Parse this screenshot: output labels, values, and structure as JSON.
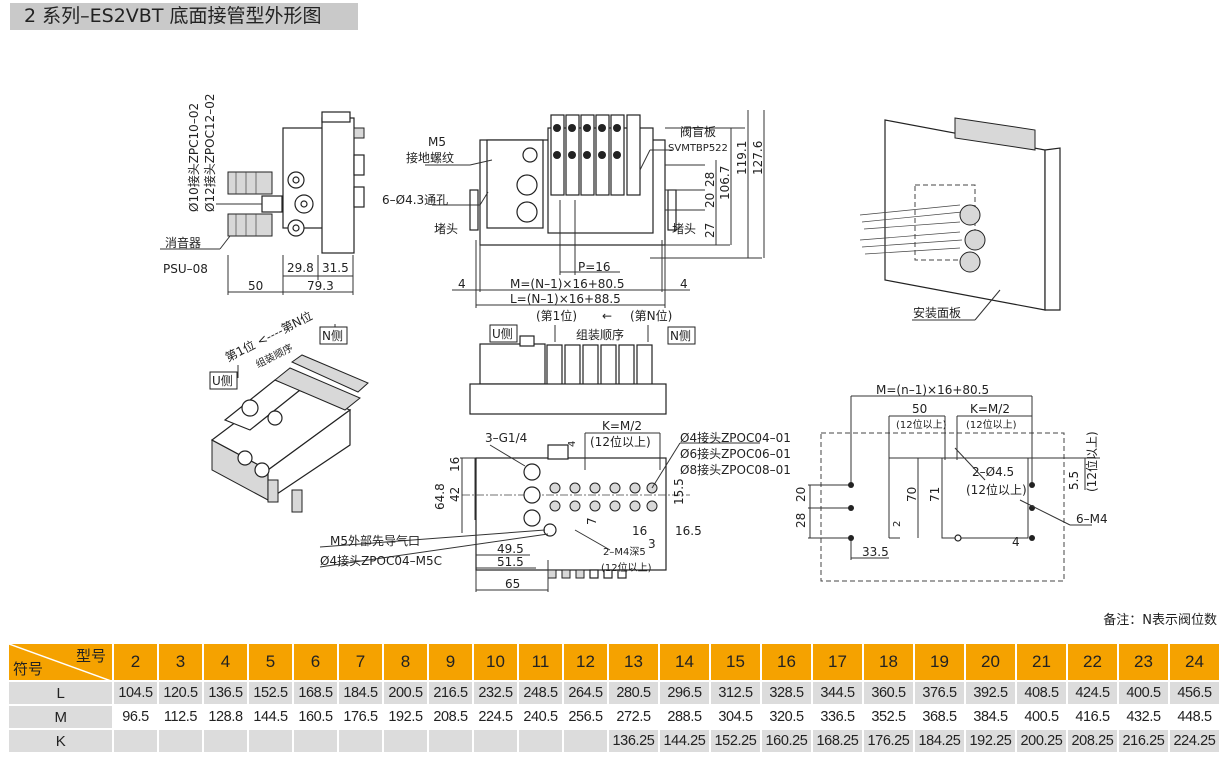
{
  "title": "2 系列–ES2VBT 底面接管型外形图",
  "side_view": {
    "fitting_10": "Ø10接头ZPC10–02",
    "fitting_12": "Ø12接头ZPOC12–02",
    "silencer": "消音器",
    "silencer_model": "PSU–08",
    "dim_29_8": "29.8",
    "dim_31_5": "31.5",
    "dim_50": "50",
    "dim_79_3": "79.3"
  },
  "front_view": {
    "m5": "M5",
    "ground_thread": "接地螺纹",
    "holes": "6–Ø4.3通孔",
    "plug_left": "堵头",
    "plug_right": "堵头",
    "blank_plate": "阀盲板",
    "blank_plate_model": "SVMTBP522",
    "dim_28": "28",
    "dim_20": "20",
    "dim_27": "27",
    "dim_106_7": "106.7",
    "dim_119_1": "119.1",
    "dim_127_6": "127.6",
    "pitch": "P=16",
    "m_formula": "M=(N–1)×16+80.5",
    "l_formula": "L=(N–1)×16+88.5",
    "dim_4_left": "4",
    "dim_4_right": "4"
  },
  "iso_view": {
    "order_arrow": "第1位 <----第N位",
    "assembly_order": "组装顺序",
    "n_side": "N侧",
    "u_side": "U侧"
  },
  "order_view": {
    "u_side": "U侧",
    "first": "(第1位)",
    "arrow": "←",
    "nth": "(第N位)",
    "assembly_order": "组装顺序",
    "n_side": "N侧"
  },
  "bottom_view": {
    "ports": "3–G1/4",
    "dim_4": "4",
    "k": "K=M/2",
    "k_note": "(12位以上)",
    "f4": "Ø4接头ZPOC04–01",
    "f6": "Ø6接头ZPOC06–01",
    "f8": "Ø8接头ZPOC08–01",
    "dim_16_v": "16",
    "dim_64_8": "64.8",
    "dim_42": "42",
    "dim_15_5": "15.5",
    "dim_7": "7",
    "dim_16": "16",
    "dim_16_5": "16.5",
    "dim_3": "3",
    "pilot_port": "M5外部先导气口",
    "pilot_fitting": "Ø4接头ZPOC04–M5C",
    "dim_49_5": "49.5",
    "dim_51_5": "51.5",
    "dim_65": "65",
    "m4": "2–M4深5",
    "m4_note": "(12位以上)"
  },
  "mount_view": {
    "m_formula": "M=(n–1)×16+80.5",
    "dim_50": "50",
    "dim_50_note": "(12位以上)",
    "k": "K=M/2",
    "k_note": "(12位以上)",
    "dim_20": "20",
    "dim_28": "28",
    "dim_70": "70",
    "dim_71": "71",
    "dim_2": "2",
    "hole": "2–Ø4.5",
    "hole_note": "(12位以上)",
    "dim_5_5": "5.5",
    "dim_5_5_note": "(12位以上)",
    "m4": "6–M4",
    "dim_33_5": "33.5",
    "dim_4": "4"
  },
  "panel_view": {
    "panel": "安装面板"
  },
  "note": "备注：N表示阀位数",
  "table": {
    "corner_top": "型号",
    "corner_bottom": "符号",
    "models": [
      "2",
      "3",
      "4",
      "5",
      "6",
      "7",
      "8",
      "9",
      "10",
      "11",
      "12",
      "13",
      "14",
      "15",
      "16",
      "17",
      "18",
      "19",
      "20",
      "21",
      "22",
      "23",
      "24"
    ],
    "rows": [
      {
        "symbol": "L",
        "values": [
          "104.5",
          "120.5",
          "136.5",
          "152.5",
          "168.5",
          "184.5",
          "200.5",
          "216.5",
          "232.5",
          "248.5",
          "264.5",
          "280.5",
          "296.5",
          "312.5",
          "328.5",
          "344.5",
          "360.5",
          "376.5",
          "392.5",
          "408.5",
          "424.5",
          "400.5",
          "456.5"
        ]
      },
      {
        "symbol": "M",
        "values": [
          "96.5",
          "112.5",
          "128.8",
          "144.5",
          "160.5",
          "176.5",
          "192.5",
          "208.5",
          "224.5",
          "240.5",
          "256.5",
          "272.5",
          "288.5",
          "304.5",
          "320.5",
          "336.5",
          "352.5",
          "368.5",
          "384.5",
          "400.5",
          "416.5",
          "432.5",
          "448.5"
        ]
      },
      {
        "symbol": "K",
        "values": [
          "",
          "",
          "",
          "",
          "",
          "",
          "",
          "",
          "",
          "",
          "",
          "136.25",
          "144.25",
          "152.25",
          "160.25",
          "168.25",
          "176.25",
          "184.25",
          "192.25",
          "200.25",
          "208.25",
          "216.25",
          "224.25"
        ]
      }
    ],
    "colors": {
      "header": "#f5a200",
      "row_gray": "#dcdcdc"
    }
  }
}
